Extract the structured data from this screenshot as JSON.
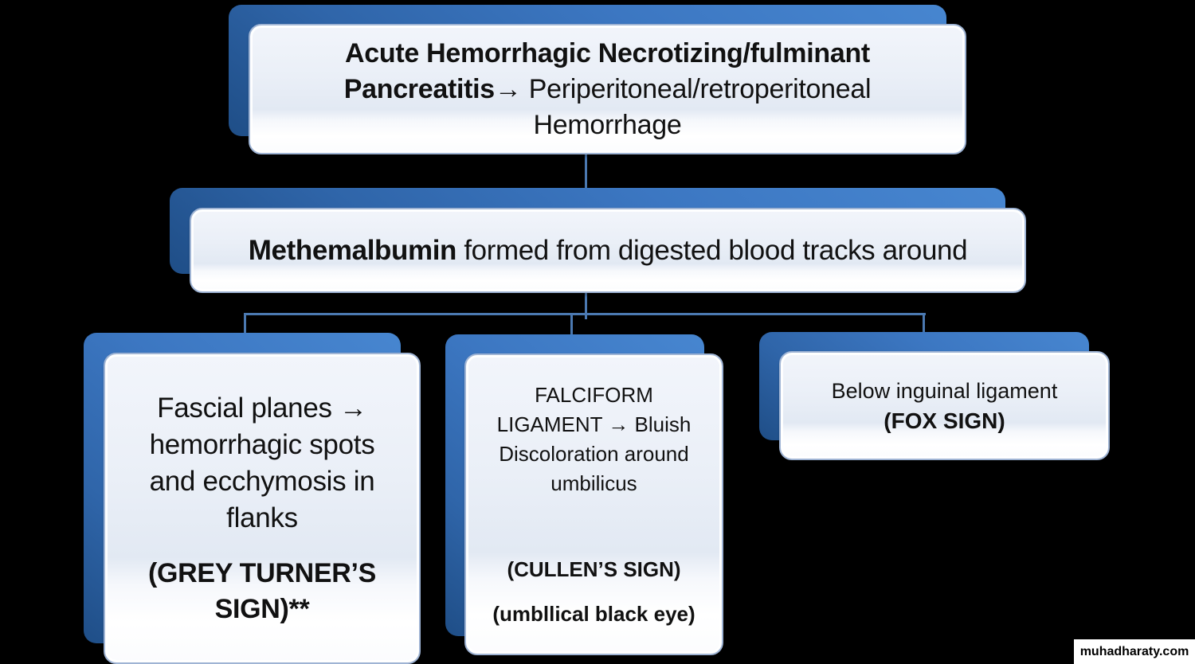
{
  "colors": {
    "background": "#000000",
    "accent_blue": "#3c77c2",
    "accent_blue_dark": "#1f4e87",
    "connector": "#4b79b1",
    "box_fill_light": "#eaeff7",
    "box_border": "#9fb4d4",
    "text": "#111111"
  },
  "diagram": {
    "root": {
      "bold": "Acute Hemorrhagic Necrotizing/fulminant\nPancreatitis→",
      "rest": " Periperitoneal/retroperitoneal\nHemorrhage"
    },
    "level2": {
      "bold": "Methemalbumin",
      "rest": " formed from digested blood tracks around"
    },
    "children": [
      {
        "body": "Fascial planes →\nhemorrhagic spots\nand ecchymosis in\nflanks",
        "sign": "(GREY TURNER’S\nSIGN)**"
      },
      {
        "body": "FALCIFORM\nLIGAMENT → Bluish\nDiscoloration around\numbilicus",
        "sign": "(CULLEN’S SIGN)",
        "sign2": "(umbllical black eye)"
      },
      {
        "body": "Below inguinal ligament",
        "sign": "(FOX SIGN)"
      }
    ]
  },
  "watermark": {
    "text": "muhadharaty.com"
  }
}
